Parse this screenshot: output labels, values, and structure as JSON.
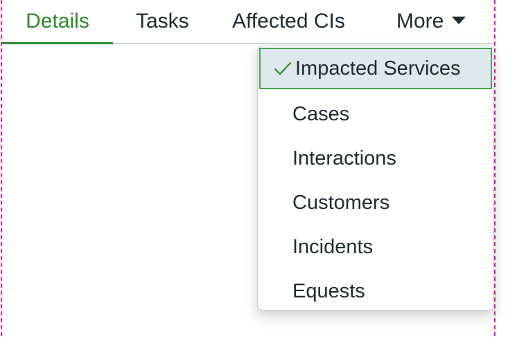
{
  "tabs": {
    "details": "Details",
    "tasks": "Tasks",
    "affected_cis": "Affected CIs",
    "more": "More"
  },
  "menu": {
    "items": [
      {
        "label": "Impacted Services",
        "selected": true
      },
      {
        "label": "Cases",
        "selected": false
      },
      {
        "label": "Interactions",
        "selected": false
      },
      {
        "label": "Customers",
        "selected": false
      },
      {
        "label": "Incidents",
        "selected": false
      },
      {
        "label": "Equests",
        "selected": false
      }
    ]
  },
  "colors": {
    "active_tab": "#2e8a2a",
    "selected_item_bg": "#dde9ee",
    "selected_item_border": "#4aa14a",
    "guide_line": "#e020c0"
  }
}
